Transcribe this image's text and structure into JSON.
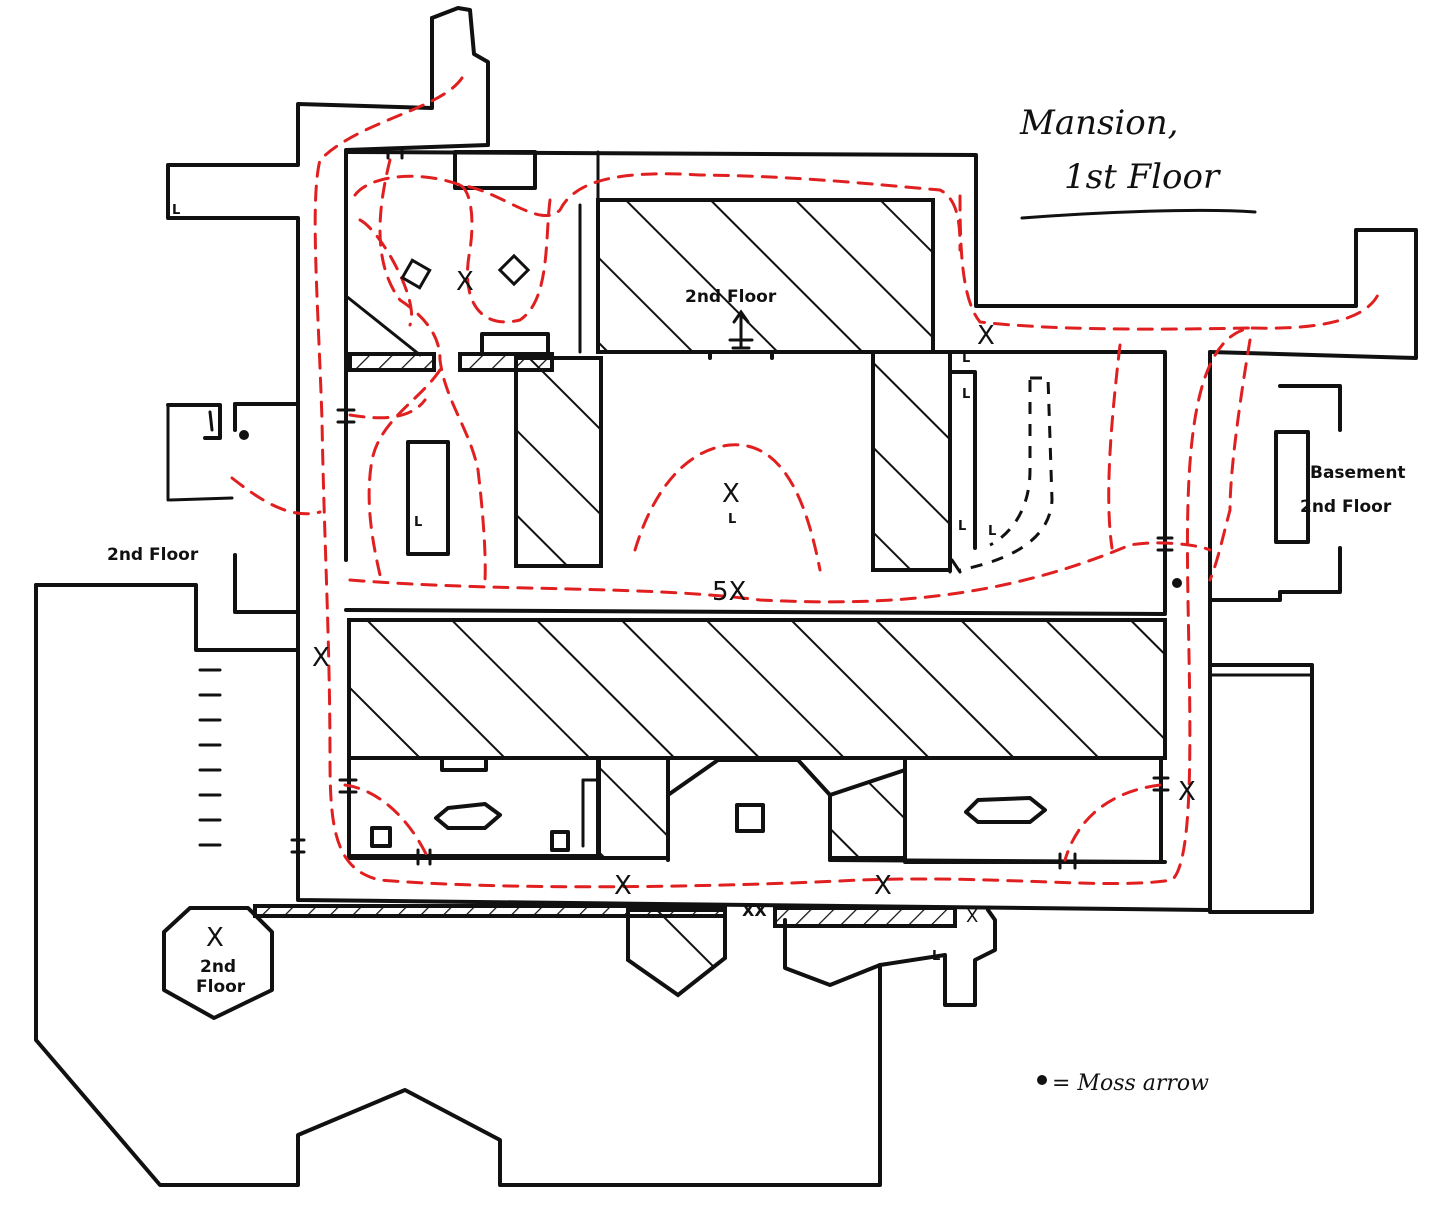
{
  "title": {
    "line1": "Mansion,",
    "line2": "1st  Floor"
  },
  "labels": {
    "second_floor_center": "2nd Floor",
    "second_floor_left": "2nd Floor",
    "second_floor_right": "2nd Floor",
    "second_floor_octagon_line1": "2nd",
    "second_floor_octagon_line2": "Floor",
    "basement": "Basement",
    "five_x": "5X",
    "double_x": "XX"
  },
  "legend": {
    "text": "= Moss arrow"
  },
  "colors": {
    "route": "#e02020",
    "wall": "#111111",
    "background": "#ffffff"
  }
}
